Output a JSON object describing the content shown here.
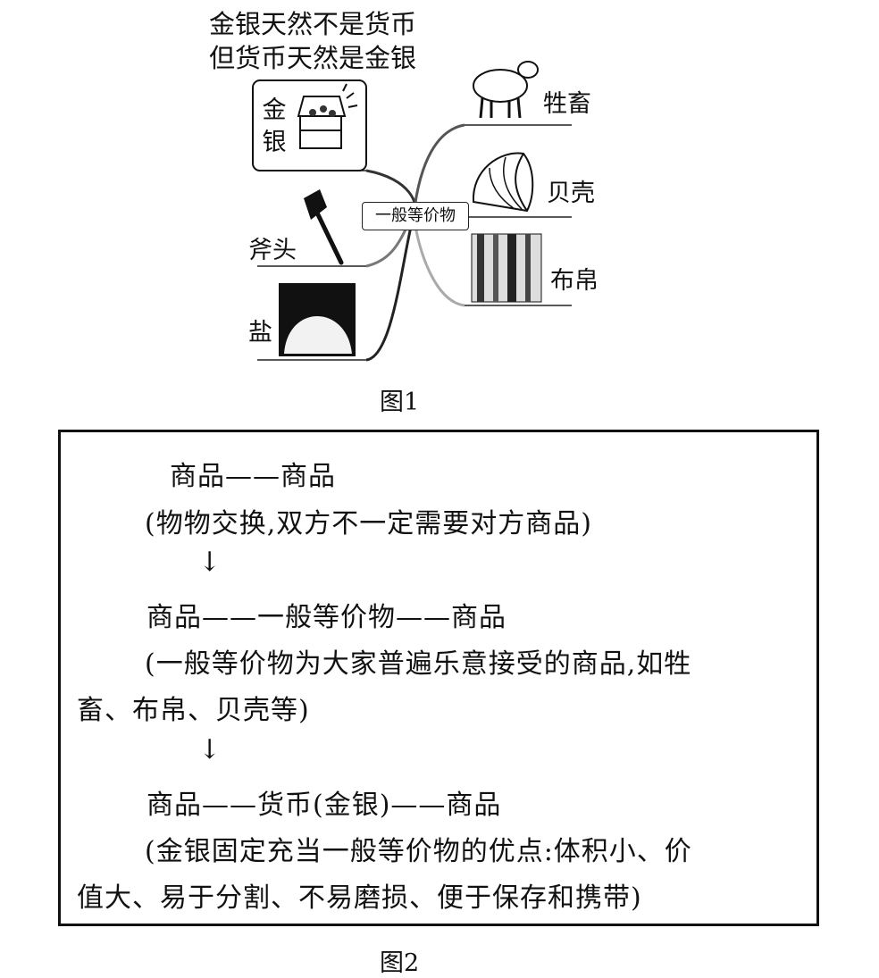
{
  "figure1": {
    "caption_top_line1": "金银天然不是货币",
    "caption_top_line2": "但货币天然是金银",
    "hub_label": "一般等价物",
    "left_items": {
      "gold": "金银",
      "gold_char1": "金",
      "gold_char2": "银",
      "axe": "斧头",
      "salt": "盐"
    },
    "right_items": {
      "livestock": "牲畜",
      "shell": "贝壳",
      "cloth": "布帛"
    },
    "caption": "图1"
  },
  "figure2": {
    "lines": {
      "l1": "商品——商品",
      "l2": "(物物交换,双方不一定需要对方商品)",
      "arrow": "↓",
      "l3": "商品——一般等价物——商品",
      "l4": "(一般等价物为大家普遍乐意接受的商品,如牲",
      "l5": "畜、布帛、贝壳等)",
      "l6": "商品——货币(金银)——商品",
      "l7": "(金银固定充当一般等价物的优点:体积小、价",
      "l8": "值大、易于分割、不易磨损、便于保存和携带)"
    },
    "caption": "图2"
  }
}
